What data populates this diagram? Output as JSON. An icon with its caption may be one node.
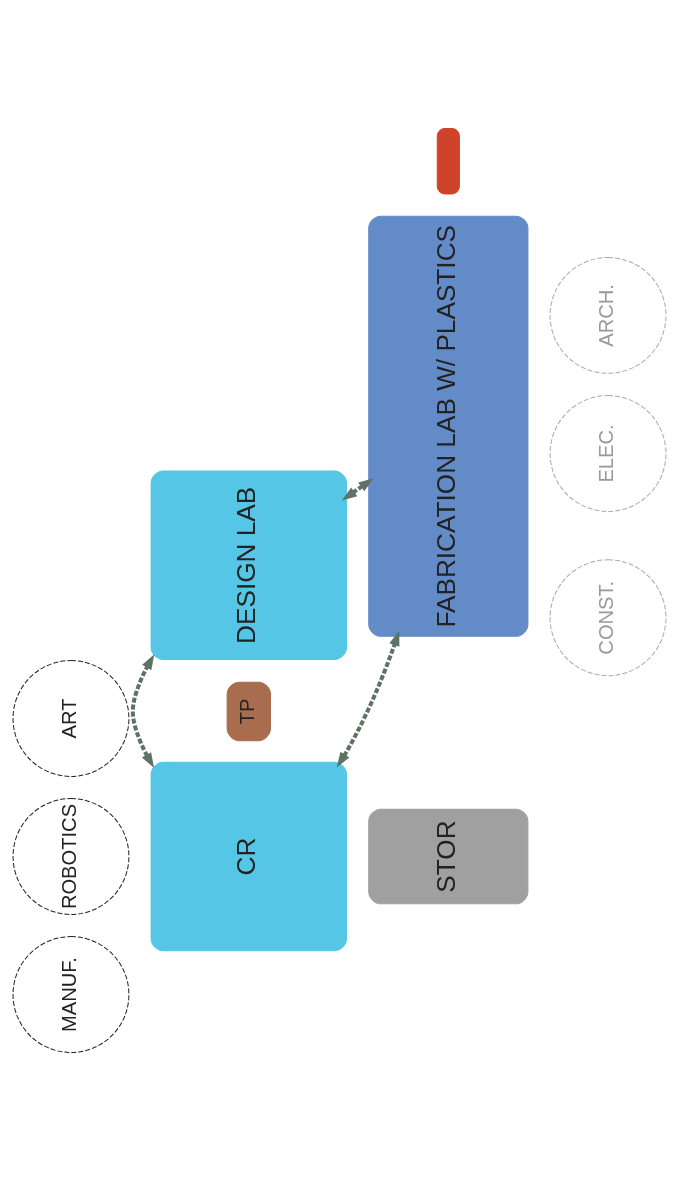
{
  "diagram": {
    "nodes": [
      {
        "text": [
          "CONST."
        ]
      },
      {
        "text": [
          "ELEC."
        ]
      },
      {
        "text": [
          "ARCH."
        ]
      },
      {
        "text": [
          "DESIGN LAB"
        ]
      },
      {
        "text": [
          "FABRICATION LAB W/ PLASTICS"
        ]
      },
      {
        "text": [
          "TP"
        ]
      },
      {
        "text": [
          "CR"
        ]
      },
      {
        "text": [
          "STOR"
        ]
      },
      {
        "text": [
          "MANUF."
        ]
      },
      {
        "text": [
          "ROBOTICS"
        ]
      },
      {
        "text": [
          "ART"
        ]
      },
      {
        "text": [],
        "shape": "bar"
      }
    ],
    "edges": [
      {
        "from": 3,
        "to": 4,
        "arrow": "both",
        "style": "dashed"
      },
      {
        "from": 6,
        "to": 3,
        "arrow": "both",
        "style": "dashed"
      },
      {
        "from": 6,
        "to": 4,
        "arrow": "both",
        "style": "dashed"
      }
    ]
  }
}
